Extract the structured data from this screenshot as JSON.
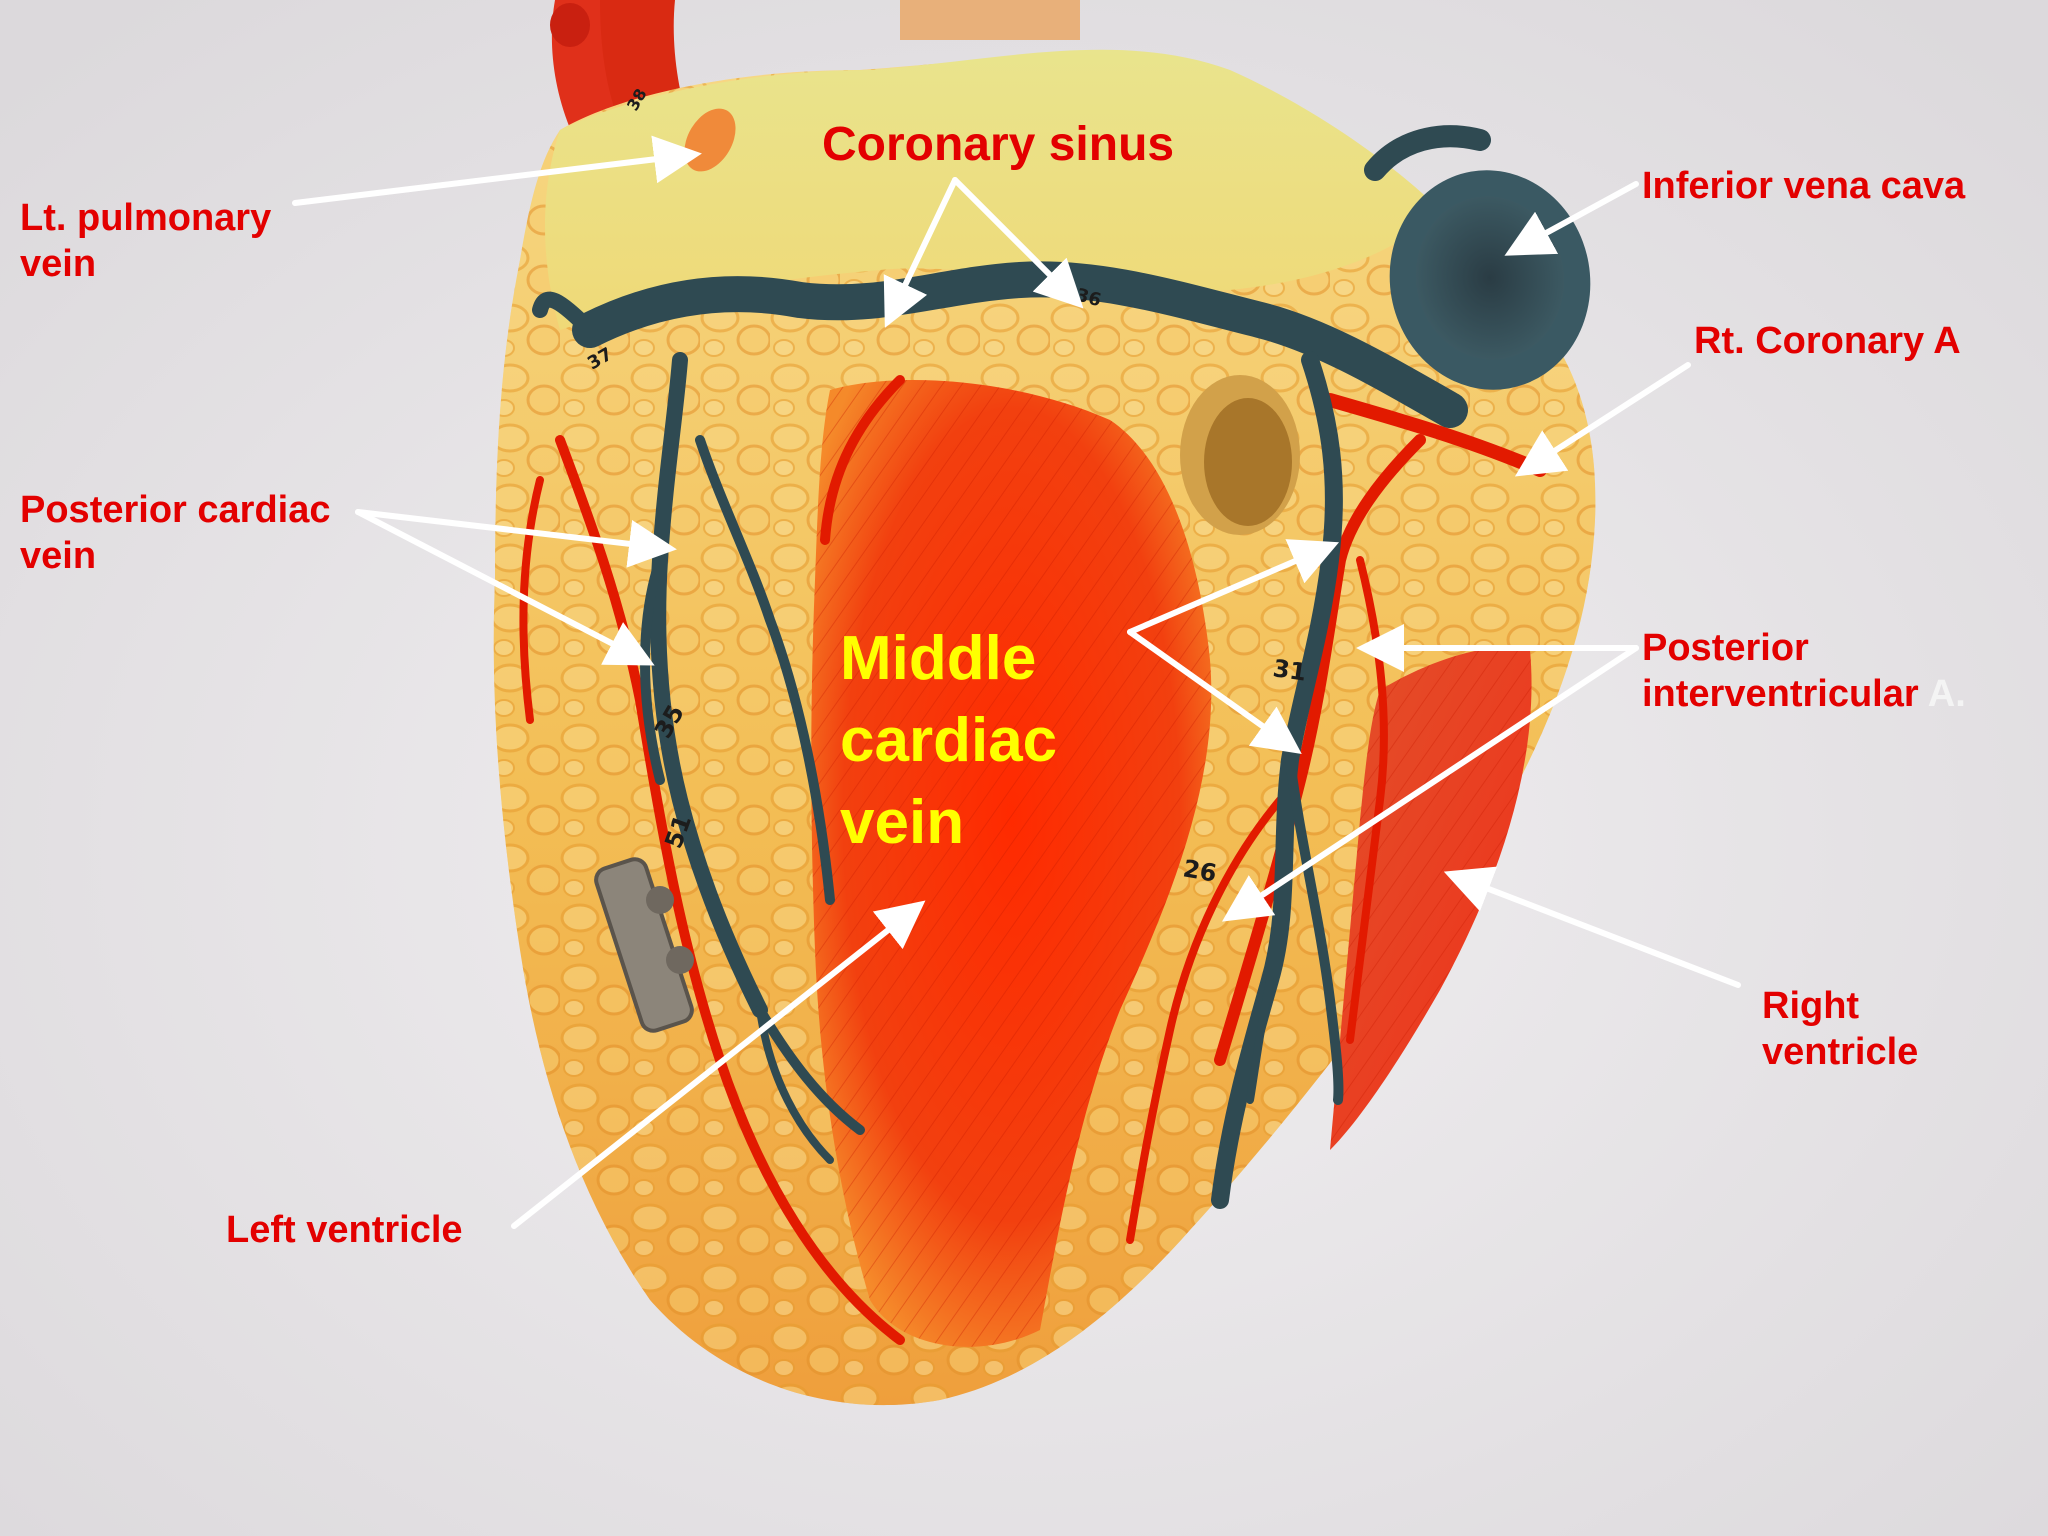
{
  "labels": {
    "coronary_sinus": "Coronary sinus",
    "lt_pulmonary_vein_line1": "Lt. pulmonary",
    "lt_pulmonary_vein_line2": "vein",
    "inferior_vena_cava": "Inferior vena cava",
    "rt_coronary_a": "Rt. Coronary A",
    "posterior_cardiac_vein_line1": "Posterior cardiac",
    "posterior_cardiac_vein_line2": "vein",
    "middle_cardiac_vein_line1": "Middle",
    "middle_cardiac_vein_line2": "cardiac",
    "middle_cardiac_vein_line3": "vein",
    "posterior_interventricular_line1": "Posterior",
    "posterior_interventricular_line2": "interventricular",
    "posterior_interventricular_suffix": " A.",
    "right_ventricle_line1": "Right",
    "right_ventricle_line2": "ventricle",
    "left_ventricle": "Left ventricle"
  },
  "vessel_numbers": [
    "31",
    "35",
    "26",
    "51",
    "36",
    "37",
    "38"
  ],
  "colors": {
    "background": "#e9e6e8",
    "label_red": "#e30000",
    "highlight_yellow": "#ffff00",
    "arrow_white": "#ffffff",
    "vein_dark": "#2f4a52",
    "artery_red": "#e21a00",
    "muscle_red": "#f23a10",
    "fat_yellow": "#f2c75a",
    "atrium_yellow": "#ece58c"
  }
}
